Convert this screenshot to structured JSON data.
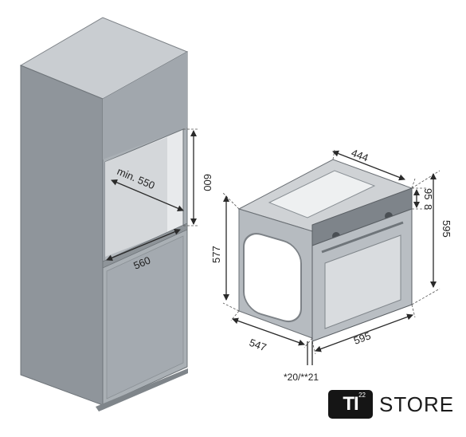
{
  "cabinet": {
    "niche_width_label": "min. 550",
    "niche_height_label": "600",
    "depth_label": "560"
  },
  "oven": {
    "top_depth_label": "444",
    "panel_small_label_1": "8",
    "panel_small_label_2": "95",
    "front_height_label": "595",
    "side_height_label": "577",
    "side_depth_label": "547",
    "front_width_label": "595",
    "footnote_label": "*20/**21"
  },
  "logo": {
    "mark_text": "TI",
    "superscript": "22",
    "brand_text": "STORE"
  },
  "colors": {
    "cabinet_front": "#9aa0a6",
    "cabinet_side": "#b7bcc1",
    "cabinet_top": "#c9cdd1",
    "oven_body": "#b9bec3",
    "oven_glass": "#d9dcdf"
  }
}
